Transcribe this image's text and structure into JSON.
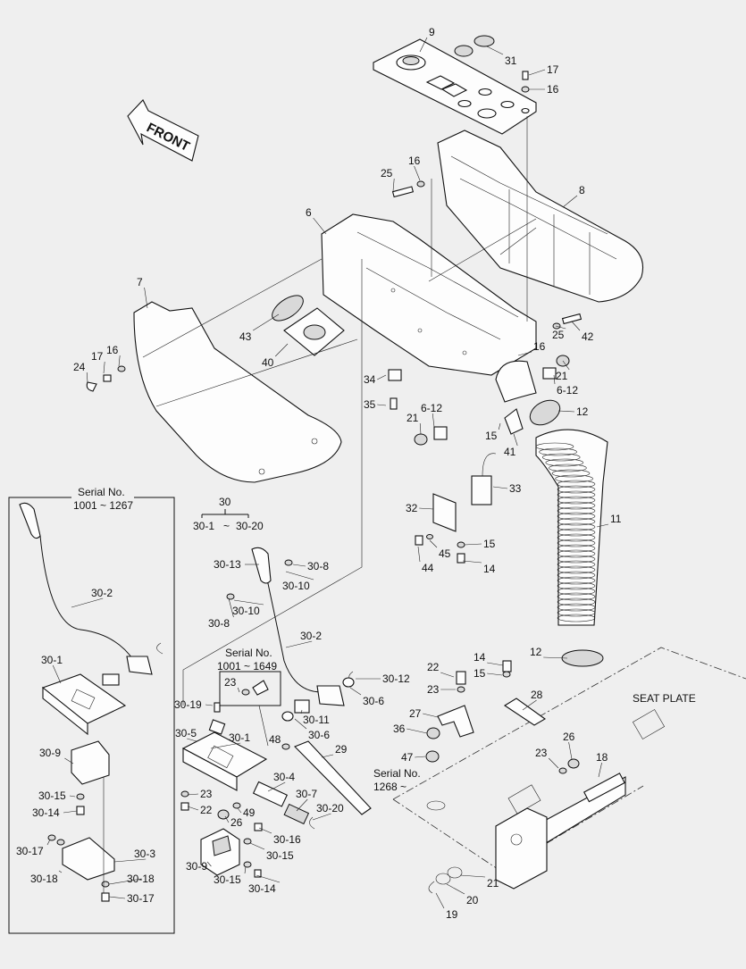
{
  "diagram": {
    "front_label": "FRONT",
    "seat_plate_label": "SEAT PLATE",
    "serial_box_left": {
      "title": "Serial No.",
      "range": "1001 ~ 1267"
    },
    "serial_box_mid": {
      "title": "Serial No.",
      "range": "1001 ~ 1649"
    },
    "serial_note_right": {
      "title": "Serial No.",
      "range": "1268 ~"
    },
    "assembly_30": {
      "number": "30",
      "from": "30-1",
      "tilde": "~",
      "to": "30-20"
    },
    "callouts": [
      "9",
      "31",
      "17",
      "16",
      "8",
      "25",
      "16",
      "6",
      "7",
      "43",
      "40",
      "17",
      "16",
      "24",
      "16",
      "25",
      "42",
      "21",
      "34",
      "6-12",
      "35",
      "21",
      "6-12",
      "12",
      "15",
      "41",
      "33",
      "32",
      "11",
      "15",
      "45",
      "44",
      "14",
      "30-13",
      "30-8",
      "30-10",
      "30-8",
      "30-10",
      "30-2",
      "30-2",
      "30-1",
      "23",
      "30-19",
      "30-12",
      "30-6",
      "30-11",
      "30-6",
      "30-5",
      "30-1",
      "48",
      "29",
      "30-9",
      "23",
      "22",
      "26",
      "49",
      "30-4",
      "30-7",
      "30-20",
      "30-16",
      "30-15",
      "30-15",
      "30-14",
      "30-9",
      "30-15",
      "30-14",
      "30-17",
      "30-3",
      "30-18",
      "30-18",
      "30-17",
      "12",
      "14",
      "22",
      "15",
      "23",
      "28",
      "27",
      "36",
      "47",
      "26",
      "23",
      "18",
      "21",
      "20",
      "19"
    ]
  }
}
